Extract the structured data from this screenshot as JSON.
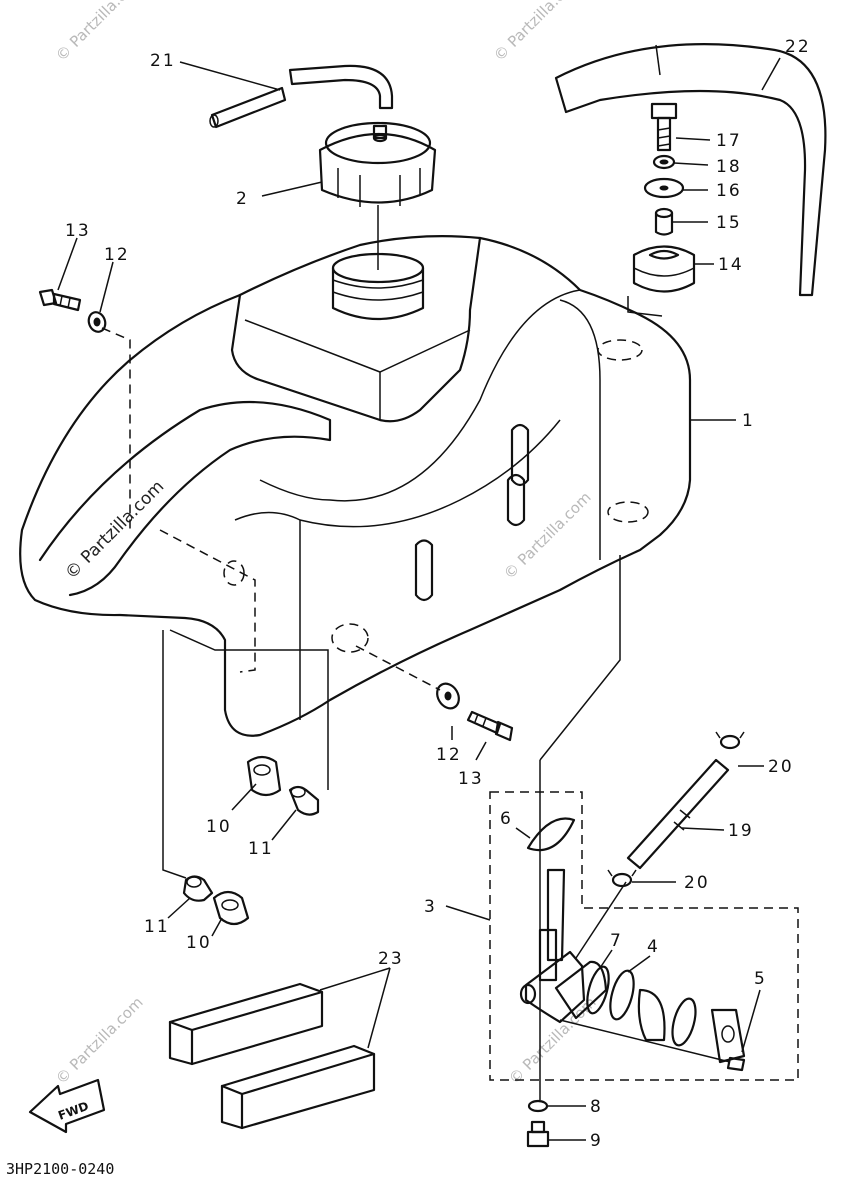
{
  "diagram_code": "3HP2100-0240",
  "watermark": "© Partzilla.com",
  "fwd_label": "FWD",
  "callouts": {
    "p1": "1",
    "p2": "2",
    "p3": "3",
    "p4": "4",
    "p5": "5",
    "p6": "6",
    "p7": "7",
    "p8": "8",
    "p9": "9",
    "p10a": "10",
    "p10b": "10",
    "p11a": "11",
    "p11b": "11",
    "p12a": "12",
    "p12b": "12",
    "p13a": "13",
    "p13b": "13",
    "p14": "14",
    "p15": "15",
    "p16": "16",
    "p17": "17",
    "p18": "18",
    "p19": "19",
    "p20a": "20",
    "p20b": "20",
    "p21": "21",
    "p22": "22",
    "p23": "23"
  }
}
